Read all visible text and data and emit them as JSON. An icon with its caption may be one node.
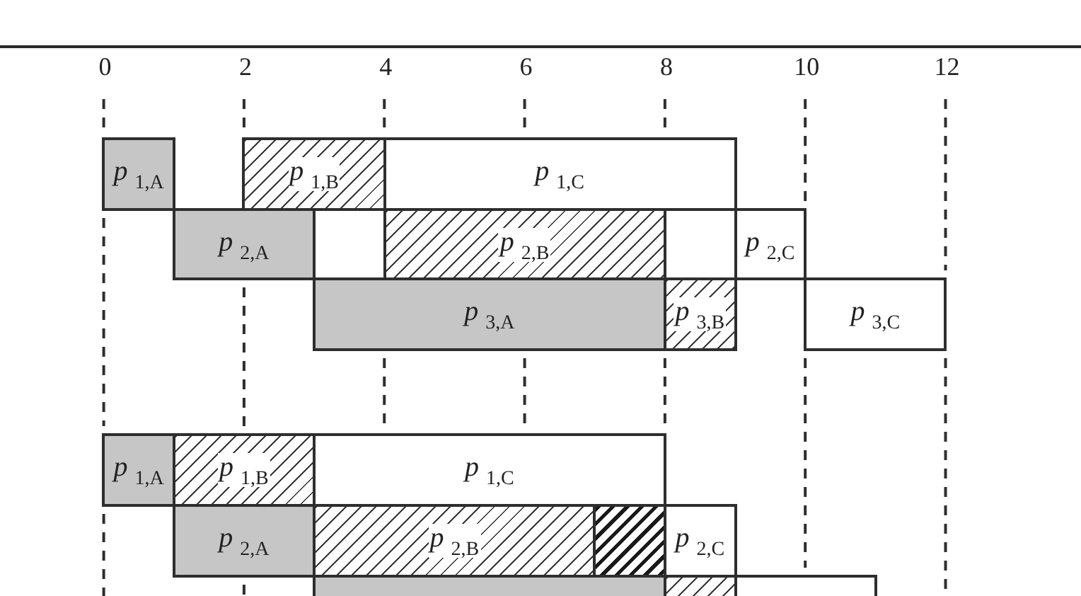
{
  "diagram": {
    "nodes": [
      {
        "text": [
          "*p*$_{1,A}$"
        ]
      },
      {
        "text": [
          "*p*$_{1,B}$"
        ]
      },
      {
        "text": [
          "*p*$_{1,C}$"
        ]
      },
      {
        "text": [
          "*p*$_{2,A}$"
        ]
      },
      {
        "text": [
          "*p*$_{2,B}$"
        ]
      },
      {
        "text": [
          "*p*$_{2,C}$"
        ]
      },
      {
        "text": [
          "*p*$_{3,A}$"
        ]
      },
      {
        "text": [
          "*p*$_{3,B}$"
        ]
      },
      {
        "text": [
          "*p*$_{3,C}$"
        ]
      },
      {
        "text": [
          "*p*$_{1,A}$"
        ]
      },
      {
        "text": [
          "*p*$_{1,B}$"
        ]
      },
      {
        "text": [
          "*p*$_{1,C}$"
        ]
      },
      {
        "text": [
          "*p*$_{2,A}$"
        ]
      },
      {
        "text": [
          "*p*$_{2,B}$"
        ]
      },
      {
        "text": [],
        "shape": "box"
      },
      {
        "text": [
          "*p*$_{2,C}$"
        ]
      },
      {
        "text": [],
        "shape": "box"
      },
      {
        "text": [],
        "shape": "box"
      },
      {
        "text": [],
        "shape": "box"
      }
    ],
    "labels": [
      "0",
      "2",
      "4",
      "6",
      "8",
      "10",
      "12"
    ]
  }
}
